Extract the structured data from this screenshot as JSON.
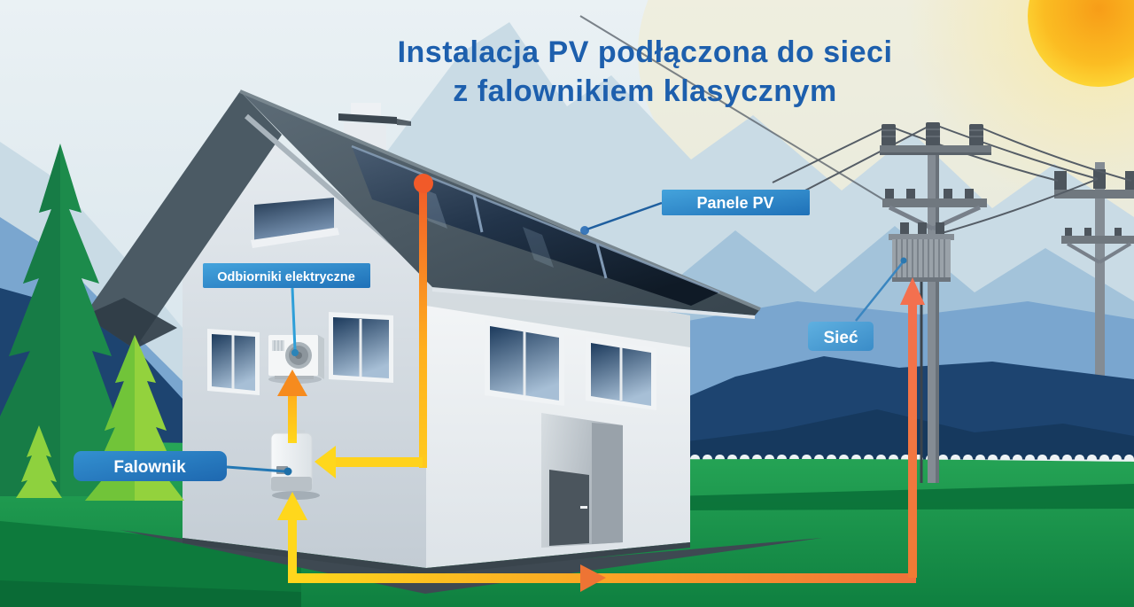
{
  "title": {
    "line1": "Instalacja PV podłączona do sieci",
    "line2": "z falownikiem klasycznym"
  },
  "labels": {
    "panels": "Panele PV",
    "loads": "Odbiorniki elektryczne",
    "inverter": "Falownik",
    "grid": "Sieć"
  },
  "colors": {
    "title_text": "#1d5fad",
    "label_bg": "#2e86c8",
    "label_text": "#ffffff",
    "flow_dc_orange": "#f15a29",
    "flow_ac_yellow": "#ffd71c",
    "flow_grid_orange": "#f0703a",
    "grass_green": "#1d9c4d",
    "roof_slate": "#4b5a64"
  },
  "diagram": {
    "type": "illustration",
    "description": "Grid-connected PV installation with classic (string) inverter",
    "components": [
      "Panele PV",
      "Falownik",
      "Odbiorniki elektryczne",
      "Sieć"
    ],
    "flows": [
      {
        "from": "Panele PV",
        "to": "Falownik",
        "style": "orange-to-yellow arrow down roof and wall"
      },
      {
        "from": "Falownik",
        "to": "Odbiorniki elektryczne",
        "style": "yellow-orange arrow up to AC unit"
      },
      {
        "from": "Falownik",
        "to": "Sieć",
        "style": "yellow-orange arrow along ground and up pole to transformer"
      }
    ]
  }
}
